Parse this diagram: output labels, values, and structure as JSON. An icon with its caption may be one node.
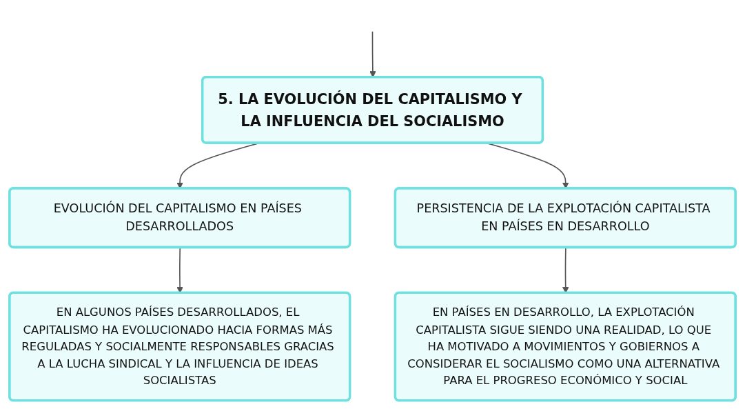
{
  "diagram": {
    "nodes": [
      {
        "text": [
          "5. LA EVOLUCIÓN DEL CAPITALISMO Y LA INFLUENCIA DEL SOCIALISMO"
        ]
      },
      {
        "text": [
          "EVOLUCIÓN DEL CAPITALISMO EN PAÍSES DESARROLLADOS"
        ]
      },
      {
        "text": [
          "PERSISTENCIA DE LA EXPLOTACIÓN CAPITALISTA EN PAÍSES EN DESARROLLO"
        ]
      },
      {
        "text": [
          "EN ALGUNOS PAÍSES DESARROLLADOS, EL CAPITALISMO HA EVOLUCIONADO HACIA FORMAS MÁS REGULADAS Y SOCIALMENTE RESPONSABLES GRACIAS A LA LUCHA SINDICAL Y LA INFLUENCIA DE IDEAS SOCIALISTAS"
        ]
      },
      {
        "text": [
          "EN PAÍSES EN DESARROLLO, LA EXPLOTACIÓN CAPITALISTA SIGUE SIENDO UNA REALIDAD, LO QUE HA MOTIVADO A MOVIMIENTOS Y GOBIERNOS A CONSIDERAR EL SOCIALISMO COMO UNA ALTERNATIVA PARA EL PROGRESO ECONÓMICO Y SOCIAL"
        ]
      }
    ],
    "edges": [
      {
        "from": null,
        "to": 0,
        "arrow": "to"
      },
      {
        "from": 0,
        "to": 1,
        "arrow": "to"
      },
      {
        "from": 0,
        "to": 2,
        "arrow": "to"
      },
      {
        "from": 1,
        "to": 3,
        "arrow": "to"
      },
      {
        "from": 2,
        "to": 4,
        "arrow": "to"
      }
    ]
  }
}
